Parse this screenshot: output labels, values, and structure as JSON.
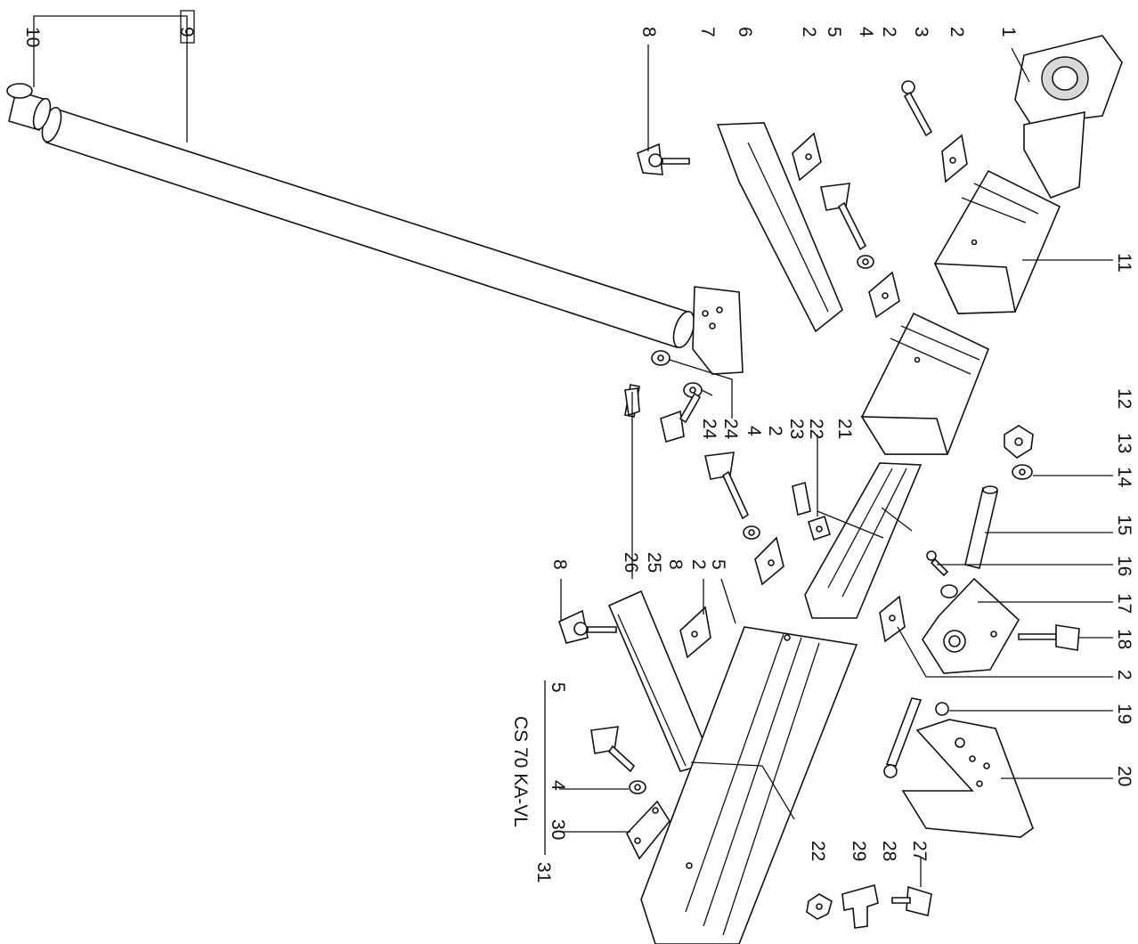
{
  "diagram": {
    "title": "CS 70 KA-VL",
    "title_ref": "31",
    "colors": {
      "line": "#111111",
      "background": "#ffffff",
      "shade": "#d9d9d9"
    },
    "top_labels": [
      "10",
      "9",
      "8",
      "7",
      "6",
      "2",
      "5",
      "4",
      "2",
      "3",
      "2",
      "1"
    ],
    "right_labels": [
      "11",
      "12",
      "13",
      "14",
      "15",
      "16",
      "17",
      "18",
      "2",
      "19",
      "20"
    ],
    "middle_labels": [
      "21",
      "22",
      "23",
      "2",
      "4",
      "24",
      "24"
    ],
    "lower_labels": [
      "5",
      "8",
      "25",
      "26",
      "2",
      "8"
    ],
    "bottom_labels": [
      "22",
      "29",
      "28",
      "27"
    ],
    "kit_labels": [
      "5",
      "4",
      "30"
    ]
  }
}
